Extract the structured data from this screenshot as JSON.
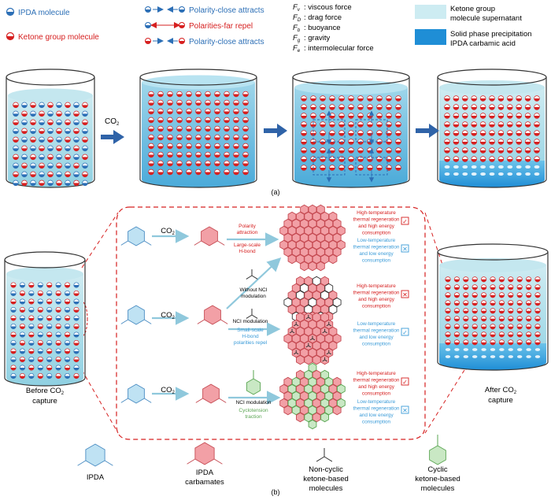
{
  "legend_left": {
    "ipda": "IPDA molecule",
    "ketone": "Ketone group molecule"
  },
  "interactions": [
    {
      "label": "Polarity-close attracts",
      "color": "#2c6fb6"
    },
    {
      "label": "Polarities-far repel",
      "color": "#d62020"
    },
    {
      "label": "Polarity-close attracts",
      "color": "#2c6fb6"
    }
  ],
  "forces": [
    {
      "sym": "v",
      "label": ": viscous force"
    },
    {
      "sym": "D",
      "label": ": drag force"
    },
    {
      "sym": "b",
      "label": ": buoyance"
    },
    {
      "sym": "g",
      "label": ": gravity"
    },
    {
      "sym": "e",
      "label": ": intermolecular force"
    }
  ],
  "legend_right": {
    "supernatant_1": "Ketone group",
    "supernatant_2": "molecule supernatant",
    "precip_1": "Solid phase precipitation",
    "precip_2": "IPDA carbamic acid"
  },
  "co2": "CO",
  "co2_sub": "2",
  "panel_a": "(a)",
  "panel_b": "(b)",
  "before_1": "Before CO",
  "before_sub": "2",
  "before_2": "capture",
  "after_1": "After CO",
  "after_sub": "2",
  "after_2": "capture",
  "mech": {
    "polarity_attraction_1": "Polarity",
    "polarity_attraction_2": "attraction",
    "large_hbond_1": "Large-scale",
    "large_hbond_2": "H-bond",
    "without_nci_1": "Without NCI",
    "without_nci_2": "modulation",
    "nci_mod": "NCI modulation",
    "small_hbond_1": "Small-scale",
    "small_hbond_2": "H-bond",
    "small_hbond_3": "polarities repel",
    "nci_mod_2": "NCI modulation",
    "cyclo_1": "Cyclotension",
    "cyclo_2": "traction"
  },
  "outcomes": [
    {
      "l1": "High-temperature",
      "l2": "thermal regeneration",
      "l3": "and high energy",
      "l4": "consumption",
      "color": "#d62020",
      "mark": "✓"
    },
    {
      "l1": "Low-temperature",
      "l2": "thermal regeneration",
      "l3": "and low energy",
      "l4": "consumption",
      "color": "#3a9bd8",
      "mark": "✕"
    },
    {
      "l1": "High-temperature",
      "l2": "thermal regeneration",
      "l3": "and high energy",
      "l4": "consumption",
      "color": "#d62020",
      "mark": "✕"
    },
    {
      "l1": "Low-temperature",
      "l2": "thermal regeneration",
      "l3": "and low energy",
      "l4": "consumption",
      "color": "#3a9bd8",
      "mark": "✓"
    },
    {
      "l1": "High-temperature",
      "l2": "thermal regeneration",
      "l3": "and high energy",
      "l4": "consumption",
      "color": "#d62020",
      "mark": "✓"
    },
    {
      "l1": "Low-temperature",
      "l2": "thermal regeneration",
      "l3": "and low energy",
      "l4": "consumption",
      "color": "#3a9bd8",
      "mark": "✕"
    }
  ],
  "bottom_legend": {
    "ipda": "IPDA",
    "carb_1": "IPDA",
    "carb_2": "carbamates",
    "noncyc_1": "Non-cyclic",
    "noncyc_2": "ketone-based",
    "noncyc_3": "molecules",
    "cyc_1": "Cyclic",
    "cyc_2": "ketone-based",
    "cyc_3": "molecules"
  },
  "colors": {
    "blue": "#2c6fb6",
    "red": "#d62020",
    "liquid": "#a8dbe6",
    "precip": "#1f8ed6",
    "ipda_fill": "#bfe2f3",
    "carb_fill": "#f2a0a6",
    "cyclic_fill": "#c9e8c4"
  }
}
